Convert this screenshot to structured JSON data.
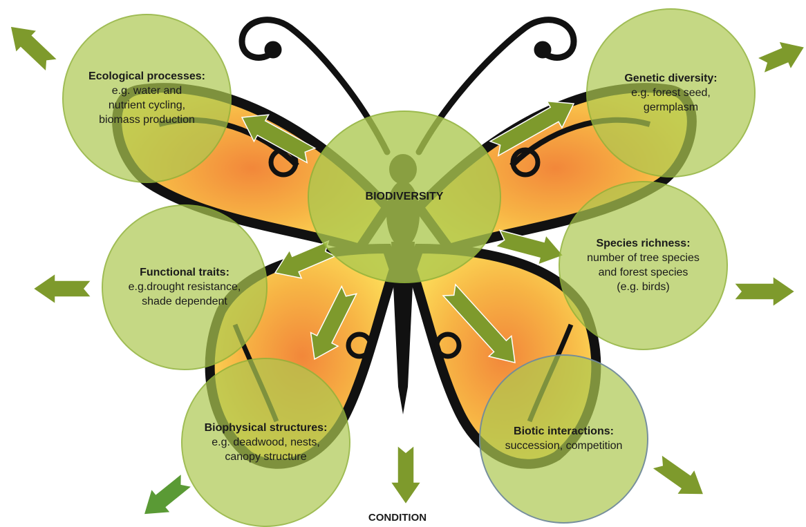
{
  "center": {
    "label": "BIODIVERSITY"
  },
  "footer": {
    "label": "CONDITION"
  },
  "colors": {
    "bubble_fill": "#acc850",
    "arrow_fill": "#7e9a2c",
    "arrow_fill_bright": "#5a9a35",
    "wing_orange": "#f2873a",
    "wing_yellow": "#fde05a",
    "outline": "#111111"
  },
  "bubbles": [
    {
      "id": "ecological-processes",
      "title": "Ecological processes:",
      "desc": "e.g. water and\nnutrient cycling,\nbiomass production"
    },
    {
      "id": "genetic-diversity",
      "title": "Genetic diversity:",
      "desc": "e.g. forest seed,\ngermplasm"
    },
    {
      "id": "functional-traits",
      "title": "Functional traits:",
      "desc": "e.g.drought resistance,\nshade dependent"
    },
    {
      "id": "species-richness",
      "title": "Species richness:",
      "desc": "number of tree species\nand forest species\n(e.g. birds)"
    },
    {
      "id": "biophysical-structures",
      "title": "Biophysical structures:",
      "desc": "e.g. deadwood, nests,\ncanopy structure"
    },
    {
      "id": "biotic-interactions",
      "title": "Biotic interactions:",
      "desc": "succession, competition"
    }
  ]
}
